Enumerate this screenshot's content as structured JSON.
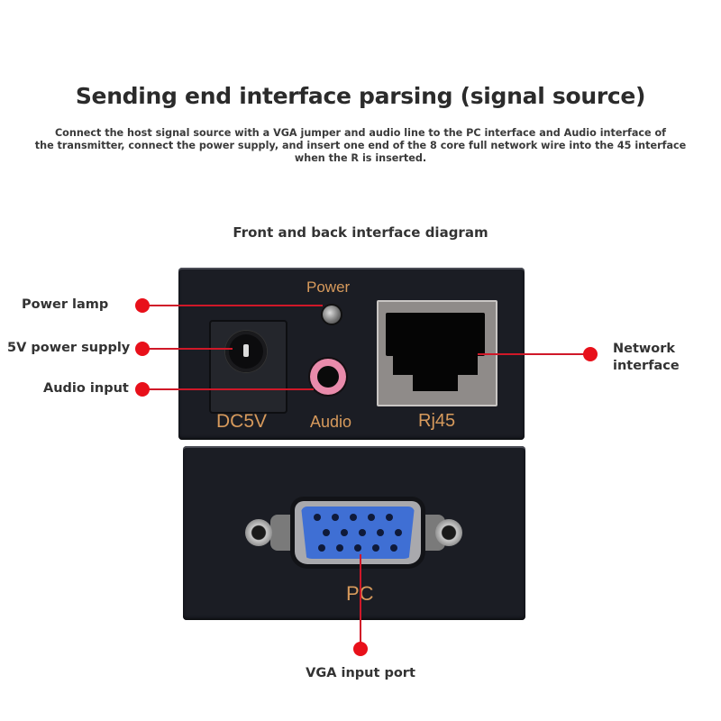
{
  "header": {
    "title": "Sending end interface parsing (signal source)",
    "description_lines": [
      "Connect the host signal source with a VGA jumper and audio line to the PC interface and Audio interface of",
      "the transmitter, connect the power supply, and insert one end of the 8 core full network wire into the 45 interface",
      "when the R is inserted."
    ]
  },
  "diagram": {
    "subtitle": "Front and back interface diagram",
    "front_panel": {
      "labels": {
        "power": "Power",
        "dc": "DC5V",
        "audio": "Audio",
        "rj45": "Rj45"
      }
    },
    "back_panel": {
      "labels": {
        "pc": "PC"
      }
    },
    "callouts": {
      "power_lamp": "Power lamp",
      "power_supply": "5V power supply",
      "audio_input": "Audio input",
      "network_line1": "Network",
      "network_line2": "interface",
      "vga_input": "VGA input port"
    },
    "colors": {
      "callout_dot": "#e8101a",
      "callout_line": "#d01828",
      "device_body": "#1b1d24",
      "silkscreen": "#d79a5c",
      "audio_jack": "#e98bab",
      "vga_connector": "#3f6fd4"
    }
  }
}
